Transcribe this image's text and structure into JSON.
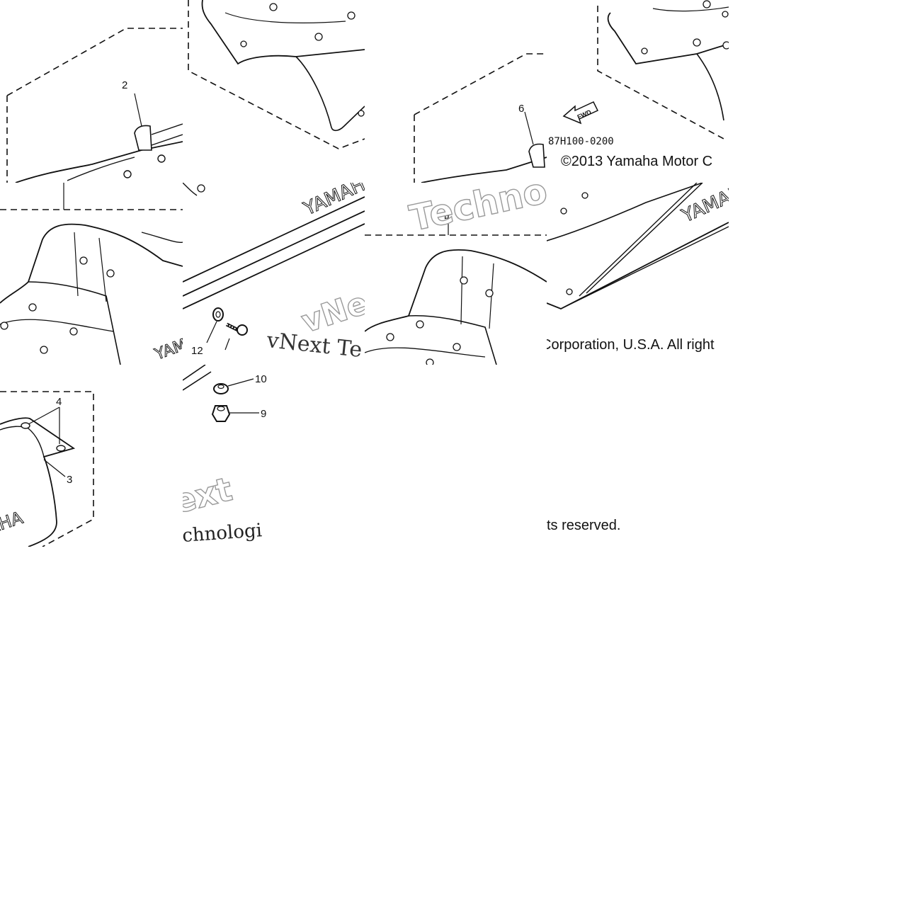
{
  "callouts": {
    "c2": "2",
    "c3": "3",
    "c4": "4",
    "c5": "5",
    "c6": "6",
    "c9": "9",
    "c10": "10",
    "c12": "12"
  },
  "diagram_code": "87H100-0200",
  "fwd_label": "FWD",
  "brand_print": "YAMAHA",
  "copyright": {
    "line_start": "©2013 Yamaha Motor C",
    "line_mid": "Corporation, U.S.A. All right",
    "line_end": "ts reserved."
  },
  "watermarks": {
    "w1": "Techno",
    "w2": "vNext Te",
    "w3": "vNe",
    "w4": "ext",
    "w5": "chnologi"
  }
}
